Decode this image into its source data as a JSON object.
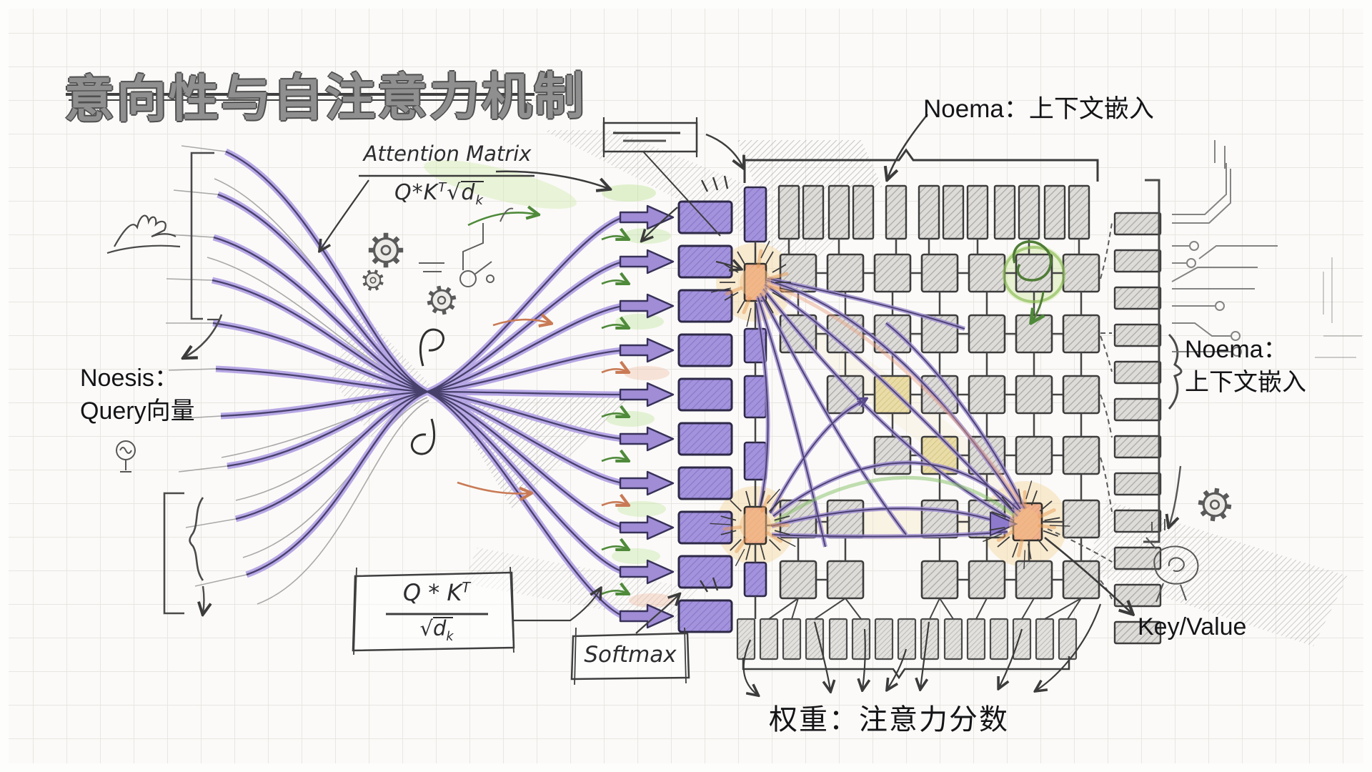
{
  "title": "意向性与自注意力机制",
  "labels": {
    "attention_matrix": "Attention Matrix",
    "attention_formula": {
      "base": "Q*K",
      "sup": "T",
      "sqrt": "√",
      "radicand": "d",
      "sub": "k"
    },
    "noesis": {
      "line1": "Noesis：",
      "line2": "Query向量"
    },
    "noema_top": "Noema：上下文嵌入",
    "noema_right": {
      "line1": "Noema：",
      "line2": "上下文嵌入"
    },
    "key_value": "Key/Value",
    "weights": "权重：注意力分数",
    "softmax": "Softmax",
    "formula_box": {
      "numerator_base": "Q * K",
      "numerator_sup": "T",
      "sqrt": "√",
      "radicand": "d",
      "sub": "k"
    }
  },
  "icons": {
    "gear-icon": "⚙",
    "attention-burst-icon": "✳",
    "circuit-trace-icon": "⌁",
    "brace-icon": "}",
    "bracket-icon": "["
  },
  "colors": {
    "paper": "#fbfaf8",
    "grid_line": "#e7e6e2",
    "ink": "#2d2d30",
    "pencil": "#8f8f8f",
    "purple": "#9d8ad0",
    "purple_light": "#b2a0e4",
    "purple_dark": "#46406b",
    "orange_cell": "#f0b18c",
    "burst_orange": "#e89b55",
    "green": "#83bf63",
    "salmon": "#e8a183",
    "cell_gray": "#dedcd9",
    "text": "#141417"
  }
}
